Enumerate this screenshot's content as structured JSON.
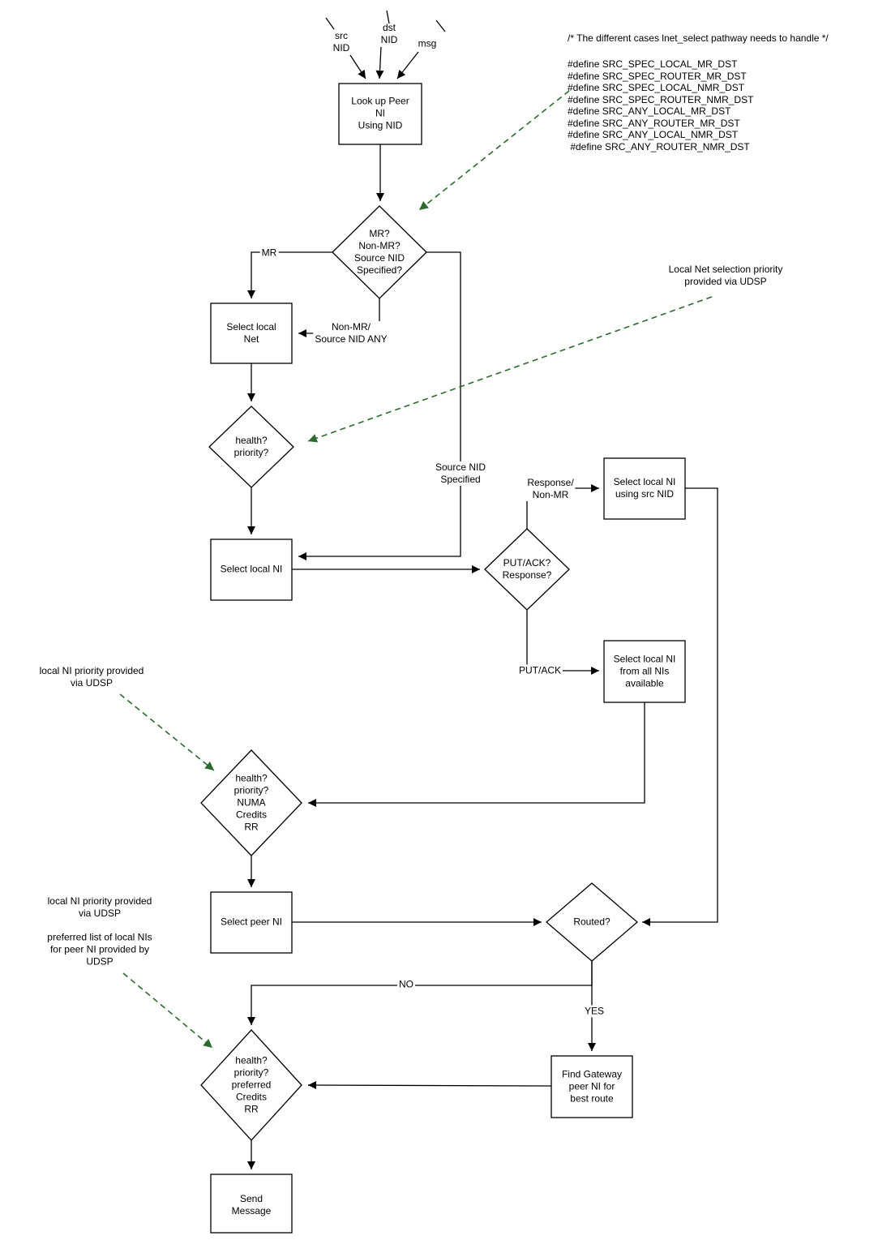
{
  "colors": {
    "stroke": "#000000",
    "annotation_arrow_green": "#2d6a2f",
    "node_fill": "#ffffff"
  },
  "comment": "/* The different cases lnet_select pathway needs to handle */",
  "defines": [
    "#define SRC_SPEC_LOCAL_MR_DST",
    "#define SRC_SPEC_ROUTER_MR_DST",
    "#define SRC_SPEC_LOCAL_NMR_DST",
    "#define SRC_SPEC_ROUTER_NMR_DST",
    "#define SRC_ANY_LOCAL_MR_DST",
    "#define SRC_ANY_ROUTER_MR_DST",
    "#define SRC_ANY_LOCAL_NMR_DST",
    " #define SRC_ANY_ROUTER_NMR_DST"
  ],
  "inputs": {
    "src": "src\nNID",
    "dst": "dst\nNID",
    "msg": "msg"
  },
  "nodes": {
    "lookup": "Look up Peer\nNI\nUsing NID",
    "mr_decision": "MR?\nNon-MR?\nSource NID\nSpecified?",
    "select_local_net": "Select local\nNet",
    "health_priority": "health?\npriority?",
    "select_local_ni": "Select local NI",
    "putack_response": "PUT/ACK?\nResponse?",
    "select_local_ni_src": "Select local NI\nusing src NID",
    "select_local_ni_all": "Select local NI\nfrom all NIs\navailable",
    "numa_decision": "health?\npriority?\nNUMA\nCredits\nRR",
    "select_peer_ni": "Select peer NI",
    "routed": "Routed?",
    "find_gateway": "Find Gateway\npeer NI for\nbest route",
    "preferred_decision": "health?\npriority?\npreferred\nCredits\nRR",
    "send_message": "Send\nMessage"
  },
  "edge_labels": {
    "mr": "MR",
    "non_mr": "Non-MR/\nSource NID ANY",
    "source_nid": "Source NID\nSpecified",
    "response": "Response/\nNon-MR",
    "putack": "PUT/ACK",
    "no": "NO",
    "yes": "YES"
  },
  "annotations": {
    "local_net_udsp": "Local Net selection priority\nprovided via UDSP",
    "local_ni_udsp_1": "local NI priority provided\nvia UDSP",
    "local_ni_udsp_2": "local NI priority provided\nvia UDSP",
    "preferred_list_udsp": "preferred list of local NIs\nfor peer NI provided by\nUDSP"
  }
}
